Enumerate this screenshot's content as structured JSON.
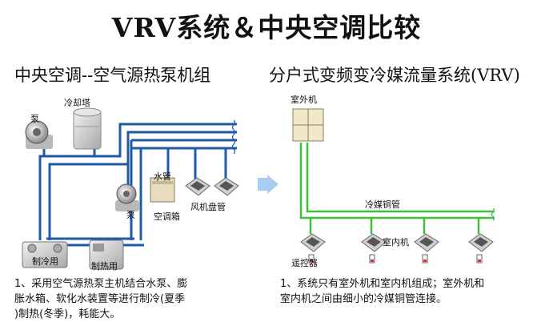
{
  "title": "VRV系统＆中央空调比较",
  "left": {
    "heading": "中央空调--空气源热泵机组",
    "labels": {
      "pump": "泵",
      "cooling_tower": "冷却塔",
      "water_pipe": "水管",
      "pump2": "泵",
      "ahu": "空调箱",
      "fan_coil": "风机盘管",
      "chiller": "制冷用",
      "heater": "制热用"
    },
    "description": [
      "1、采用空气源热泵主机结合水泵、膨",
      "胀水箱、软化水装置等进行制冷(夏季",
      ")制热(冬季)，耗能大。"
    ]
  },
  "right": {
    "heading": "分户式变频变冷媒流量系统(VRV)",
    "labels": {
      "outdoor_unit": "室外机",
      "refrigerant_pipe": "冷媒铜管",
      "indoor_unit": "室内机",
      "remote": "遥控器"
    },
    "description": [
      "1、系统只有室外机和室内机组成；室外机和",
      "室内机之间由细小的冷媒铜管连接。"
    ]
  },
  "colors": {
    "water_pipe": "#1f5aa8",
    "refrigerant_pipe": "#3cc13c",
    "arrow": "#a9cdf0",
    "unit_grey": "#c8c8c8"
  }
}
